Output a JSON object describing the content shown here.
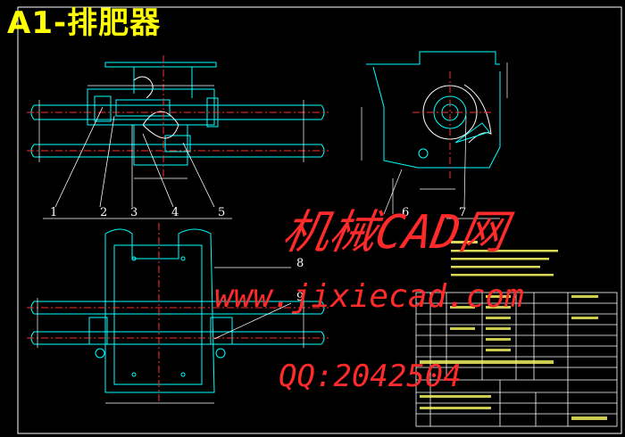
{
  "title": "A1-排肥器",
  "watermark": {
    "line1": "机械CAD网",
    "line2": "www.jixiecad.com",
    "line3": "QQ:2042504"
  },
  "part_numbers": [
    "1",
    "2",
    "3",
    "4",
    "5",
    "6",
    "7",
    "8",
    "9"
  ],
  "colors": {
    "background": "#000000",
    "outline": "#00ffff",
    "centerline": "#ff3030",
    "dimension": "#ffffff",
    "title": "#ffff00",
    "watermark": "#ff2a2a"
  }
}
